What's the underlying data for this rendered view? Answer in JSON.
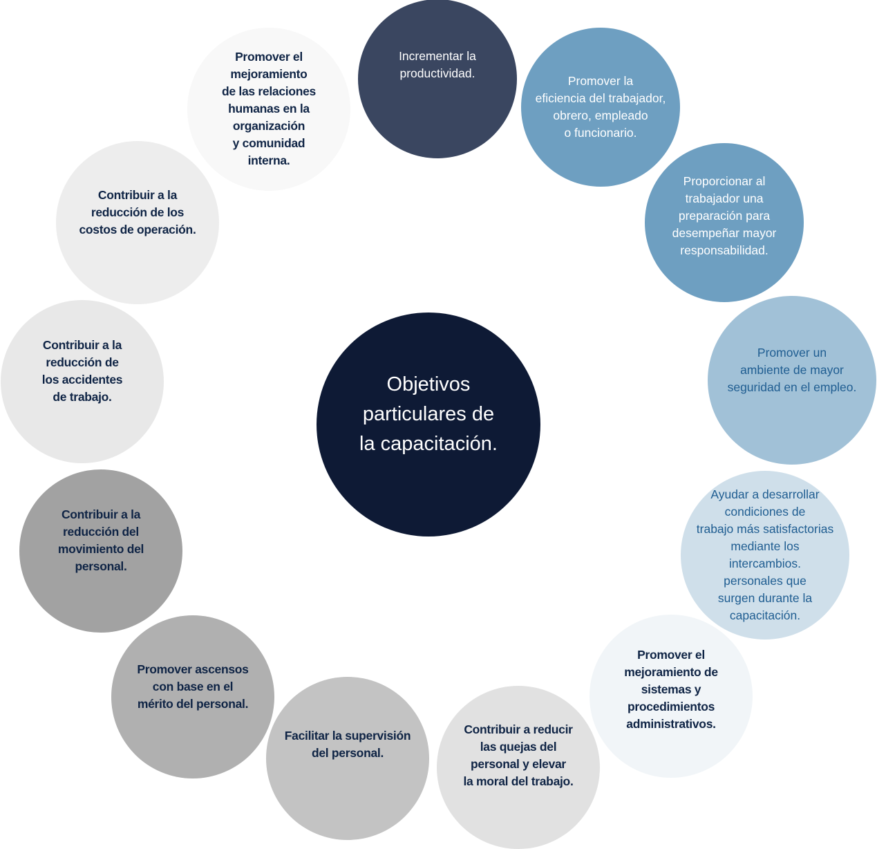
{
  "diagram": {
    "center": {
      "label": "Objetivos\nparticulares de\nla capacitación.",
      "color": "#0e1a35",
      "text_color": "#ffffff"
    },
    "nodes": [
      {
        "label": "Incrementar la\nproductividad.",
        "color": "#3a4660",
        "text_color": "#ffffff"
      },
      {
        "label": "Promover la\neficiencia del trabajador,\nobrero, empleado\no funcionario.",
        "color": "#6e9fc1",
        "text_color": "#ffffff"
      },
      {
        "label": "Proporcionar al\ntrabajador una\npreparación para\ndesempeñar mayor\nresponsabilidad.",
        "color": "#6e9fc1",
        "text_color": "#ffffff"
      },
      {
        "label": "Promover un\nambiente de mayor\nseguridad en el empleo.",
        "color": "#a1c1d7",
        "text_color": "#1f5d91"
      },
      {
        "label": "Ayudar a desarrollar\ncondiciones de\ntrabajo más satisfactorias\nmediante los\nintercambios.\npersonales que\nsurgen durante la\ncapacitación.",
        "color": "#cfdfea",
        "text_color": "#1f5d91"
      },
      {
        "label": "Promover el\nmejoramiento de\nsistemas y\nprocedimientos\nadministrativos.",
        "color": "#f1f5f8",
        "text_color": "#0f2445"
      },
      {
        "label": "Contribuir a reducir\nlas quejas del\npersonal y elevar\nla moral del trabajo.",
        "color": "#e1e1e1",
        "text_color": "#0f2445"
      },
      {
        "label": "Facilitar la supervisión\ndel personal.",
        "color": "#c3c3c3",
        "text_color": "#0f2445"
      },
      {
        "label": "Promover ascensos\ncon base en el\nmérito del personal.",
        "color": "#b0b0b0",
        "text_color": "#0f2445"
      },
      {
        "label": "Contribuir a la\nreducción del\nmovimiento del\npersonal.",
        "color": "#a2a2a2",
        "text_color": "#0f2445"
      },
      {
        "label": "Contribuir a la\nreducción de\nlos accidentes\nde trabajo.",
        "color": "#e8e8e8",
        "text_color": "#0f2445"
      },
      {
        "label": "Contribuir a la\nreducción de los\ncostos de operación.",
        "color": "#ededed",
        "text_color": "#0f2445"
      },
      {
        "label": "Promover el\nmejoramiento\nde las relaciones\nhumanas en la\norganización\ny comunidad\ninterna.",
        "color": "#f8f8f8",
        "text_color": "#0f2445"
      }
    ]
  }
}
